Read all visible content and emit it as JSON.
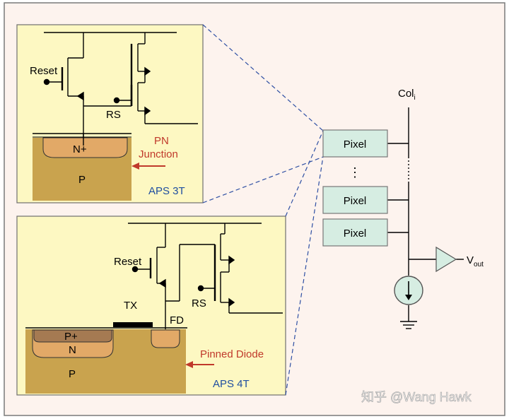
{
  "top_panel": {
    "reset_label": "Reset",
    "rs_label": "RS",
    "n_plus_label": "N+",
    "p_label": "P",
    "junction_label_line1": "PN",
    "junction_label_line2": "Junction",
    "caption": "APS 3T"
  },
  "bottom_panel": {
    "reset_label": "Reset",
    "rs_label": "RS",
    "tx_label": "TX",
    "fd_label": "FD",
    "p_plus_label": "P+",
    "n_label": "N",
    "p_label": "P",
    "pinned_label": "Pinned Diode",
    "caption": "APS 4T"
  },
  "column": {
    "col_label": "Col",
    "col_subscript": "i",
    "pixels": [
      "Pixel",
      "Pixel",
      "Pixel"
    ],
    "ellipsis": "⋮",
    "vout_label": "V",
    "vout_subscript": "out"
  },
  "watermark": "知乎 @Wang Hawk",
  "colors": {
    "panel_bg": "#fdf8c2",
    "outer_bg": "#fdf3ee",
    "pixel_fill": "#d6ede2",
    "substrate": "#c9a34e",
    "n_well": "#e2a967",
    "label_red": "#c0392b",
    "caption_blue": "#1f4ea0",
    "dashed": "#2e4fa3"
  }
}
